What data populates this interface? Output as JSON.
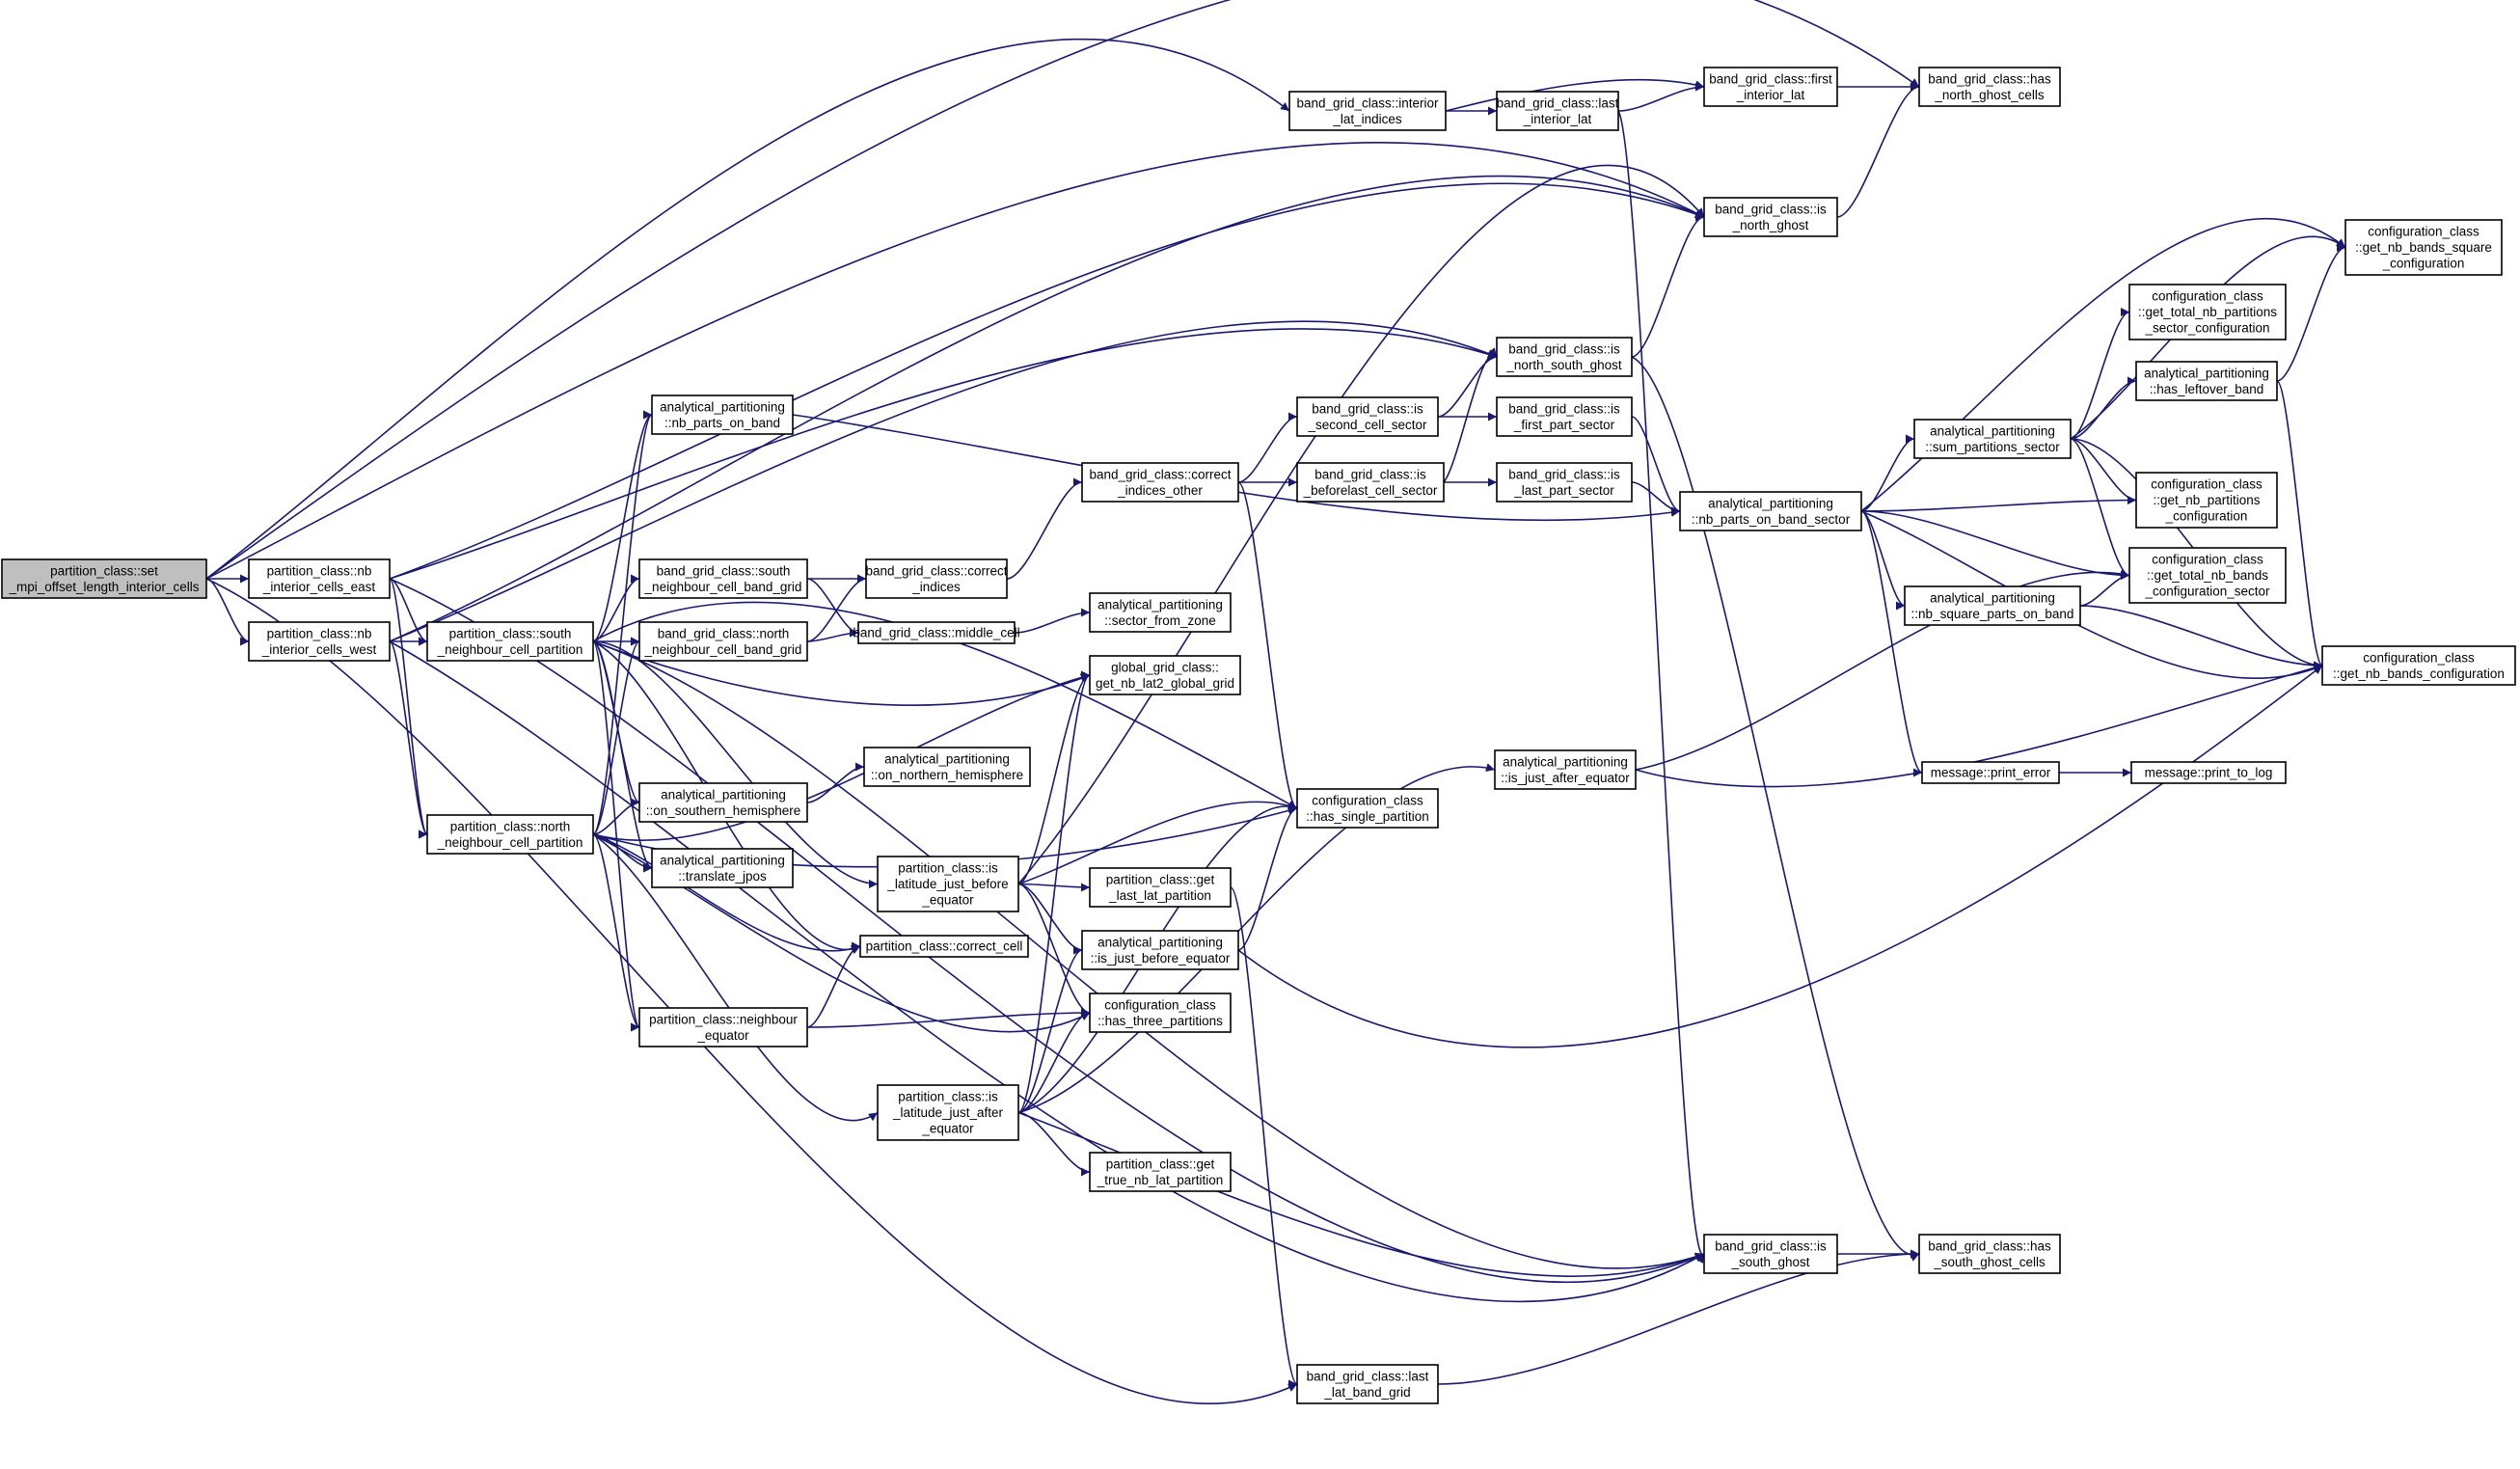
{
  "colors": {
    "edge": "#191970",
    "node_border": "#000000",
    "root_fill": "#bfbfbf",
    "node_fill": "#ffffff"
  },
  "nodes": [
    {
      "id": "set_mpi",
      "lines": [
        "partition_class::set",
        "_mpi_offset_length_interior_cells"
      ],
      "root": true
    },
    {
      "id": "nb_east",
      "lines": [
        "partition_class::nb",
        "_interior_cells_east"
      ]
    },
    {
      "id": "nb_west",
      "lines": [
        "partition_class::nb",
        "_interior_cells_west"
      ]
    },
    {
      "id": "south_ncp",
      "lines": [
        "partition_class::south",
        "_neighbour_cell_partition"
      ]
    },
    {
      "id": "north_ncp",
      "lines": [
        "partition_class::north",
        "_neighbour_cell_partition"
      ]
    },
    {
      "id": "ap_nb_parts_on_band",
      "lines": [
        "analytical_partitioning",
        "::nb_parts_on_band"
      ]
    },
    {
      "id": "bg_south_ncbg",
      "lines": [
        "band_grid_class::south",
        "_neighbour_cell_band_grid"
      ]
    },
    {
      "id": "bg_north_ncbg",
      "lines": [
        "band_grid_class::north",
        "_neighbour_cell_band_grid"
      ]
    },
    {
      "id": "ap_on_southern",
      "lines": [
        "analytical_partitioning",
        "::on_southern_hemisphere"
      ]
    },
    {
      "id": "ap_translate",
      "lines": [
        "analytical_partitioning",
        "::translate_jpos"
      ]
    },
    {
      "id": "pc_neighbour_eq",
      "lines": [
        "partition_class::neighbour",
        "_equator"
      ]
    },
    {
      "id": "bg_correct_indices",
      "lines": [
        "band_grid_class::correct",
        "_indices"
      ]
    },
    {
      "id": "bg_middle_cell",
      "lines": [
        "band_grid_class::middle_cell"
      ]
    },
    {
      "id": "ap_on_northern",
      "lines": [
        "analytical_partitioning",
        "::on_northern_hemisphere"
      ]
    },
    {
      "id": "pc_is_lat_before",
      "lines": [
        "partition_class::is",
        "_latitude_just_before",
        "_equator"
      ]
    },
    {
      "id": "pc_correct_cell",
      "lines": [
        "partition_class::correct_cell"
      ]
    },
    {
      "id": "pc_is_lat_after",
      "lines": [
        "partition_class::is",
        "_latitude_just_after",
        "_equator"
      ]
    },
    {
      "id": "bg_correct_indices_other",
      "lines": [
        "band_grid_class::correct",
        "_indices_other"
      ]
    },
    {
      "id": "ap_sector_from_zone",
      "lines": [
        "analytical_partitioning",
        "::sector_from_zone"
      ]
    },
    {
      "id": "gg_get_nb_lat2",
      "lines": [
        "global_grid_class::",
        "get_nb_lat2_global_grid"
      ]
    },
    {
      "id": "pc_get_last_lat",
      "lines": [
        "partition_class::get",
        "_last_lat_partition"
      ]
    },
    {
      "id": "ap_is_just_before",
      "lines": [
        "analytical_partitioning",
        "::is_just_before_equator"
      ]
    },
    {
      "id": "cc_has_three",
      "lines": [
        "configuration_class",
        "::has_three_partitions"
      ]
    },
    {
      "id": "pc_get_true_nb_lat",
      "lines": [
        "partition_class::get",
        "_true_nb_lat_partition"
      ]
    },
    {
      "id": "bg_interior_lat_indices",
      "lines": [
        "band_grid_class::interior",
        "_lat_indices"
      ]
    },
    {
      "id": "bg_is_second_cell",
      "lines": [
        "band_grid_class::is",
        "_second_cell_sector"
      ]
    },
    {
      "id": "bg_is_beforelast",
      "lines": [
        "band_grid_class::is",
        "_beforelast_cell_sector"
      ]
    },
    {
      "id": "cc_has_single",
      "lines": [
        "configuration_class",
        "::has_single_partition"
      ]
    },
    {
      "id": "ap_is_just_after",
      "lines": [
        "analytical_partitioning",
        "::is_just_after_equator"
      ]
    },
    {
      "id": "bg_last_lat_band_grid",
      "lines": [
        "band_grid_class::last",
        "_lat_band_grid"
      ]
    },
    {
      "id": "bg_last_interior_lat",
      "lines": [
        "band_grid_class::last",
        "_interior_lat"
      ]
    },
    {
      "id": "bg_is_north_south_ghost",
      "lines": [
        "band_grid_class::is",
        "_north_south_ghost"
      ]
    },
    {
      "id": "bg_is_first_part",
      "lines": [
        "band_grid_class::is",
        "_first_part_sector"
      ]
    },
    {
      "id": "bg_is_last_part",
      "lines": [
        "band_grid_class::is",
        "_last_part_sector"
      ]
    },
    {
      "id": "bg_first_interior_lat",
      "lines": [
        "band_grid_class::first",
        "_interior_lat"
      ]
    },
    {
      "id": "bg_is_north_ghost",
      "lines": [
        "band_grid_class::is",
        "_north_ghost"
      ]
    },
    {
      "id": "ap_nb_parts_on_band_sector",
      "lines": [
        "analytical_partitioning",
        "::nb_parts_on_band_sector"
      ]
    },
    {
      "id": "bg_is_south_ghost",
      "lines": [
        "band_grid_class::is",
        "_south_ghost"
      ]
    },
    {
      "id": "bg_has_north_ghost_cells",
      "lines": [
        "band_grid_class::has",
        "_north_ghost_cells"
      ]
    },
    {
      "id": "ap_sum_partitions",
      "lines": [
        "analytical_partitioning",
        "::sum_partitions_sector"
      ]
    },
    {
      "id": "ap_nb_square_parts",
      "lines": [
        "analytical_partitioning",
        "::nb_square_parts_on_band"
      ]
    },
    {
      "id": "msg_print_error",
      "lines": [
        "message::print_error"
      ]
    },
    {
      "id": "bg_has_south_ghost_cells",
      "lines": [
        "band_grid_class::has",
        "_south_ghost_cells"
      ]
    },
    {
      "id": "cc_get_total_nb_partitions",
      "lines": [
        "configuration_class",
        "::get_total_nb_partitions",
        "_sector_configuration"
      ]
    },
    {
      "id": "ap_has_leftover",
      "lines": [
        "analytical_partitioning",
        "::has_leftover_band"
      ]
    },
    {
      "id": "cc_get_nb_partitions",
      "lines": [
        "configuration_class",
        "::get_nb_partitions",
        "_configuration"
      ]
    },
    {
      "id": "cc_get_total_nb_bands",
      "lines": [
        "configuration_class",
        "::get_total_nb_bands",
        "_configuration_sector"
      ]
    },
    {
      "id": "msg_print_to_log",
      "lines": [
        "message::print_to_log"
      ]
    },
    {
      "id": "cc_get_nb_bands_square",
      "lines": [
        "configuration_class",
        "::get_nb_bands_square",
        "_configuration"
      ]
    },
    {
      "id": "cc_get_nb_bands",
      "lines": [
        "configuration_class",
        "::get_nb_bands_configuration"
      ]
    }
  ]
}
